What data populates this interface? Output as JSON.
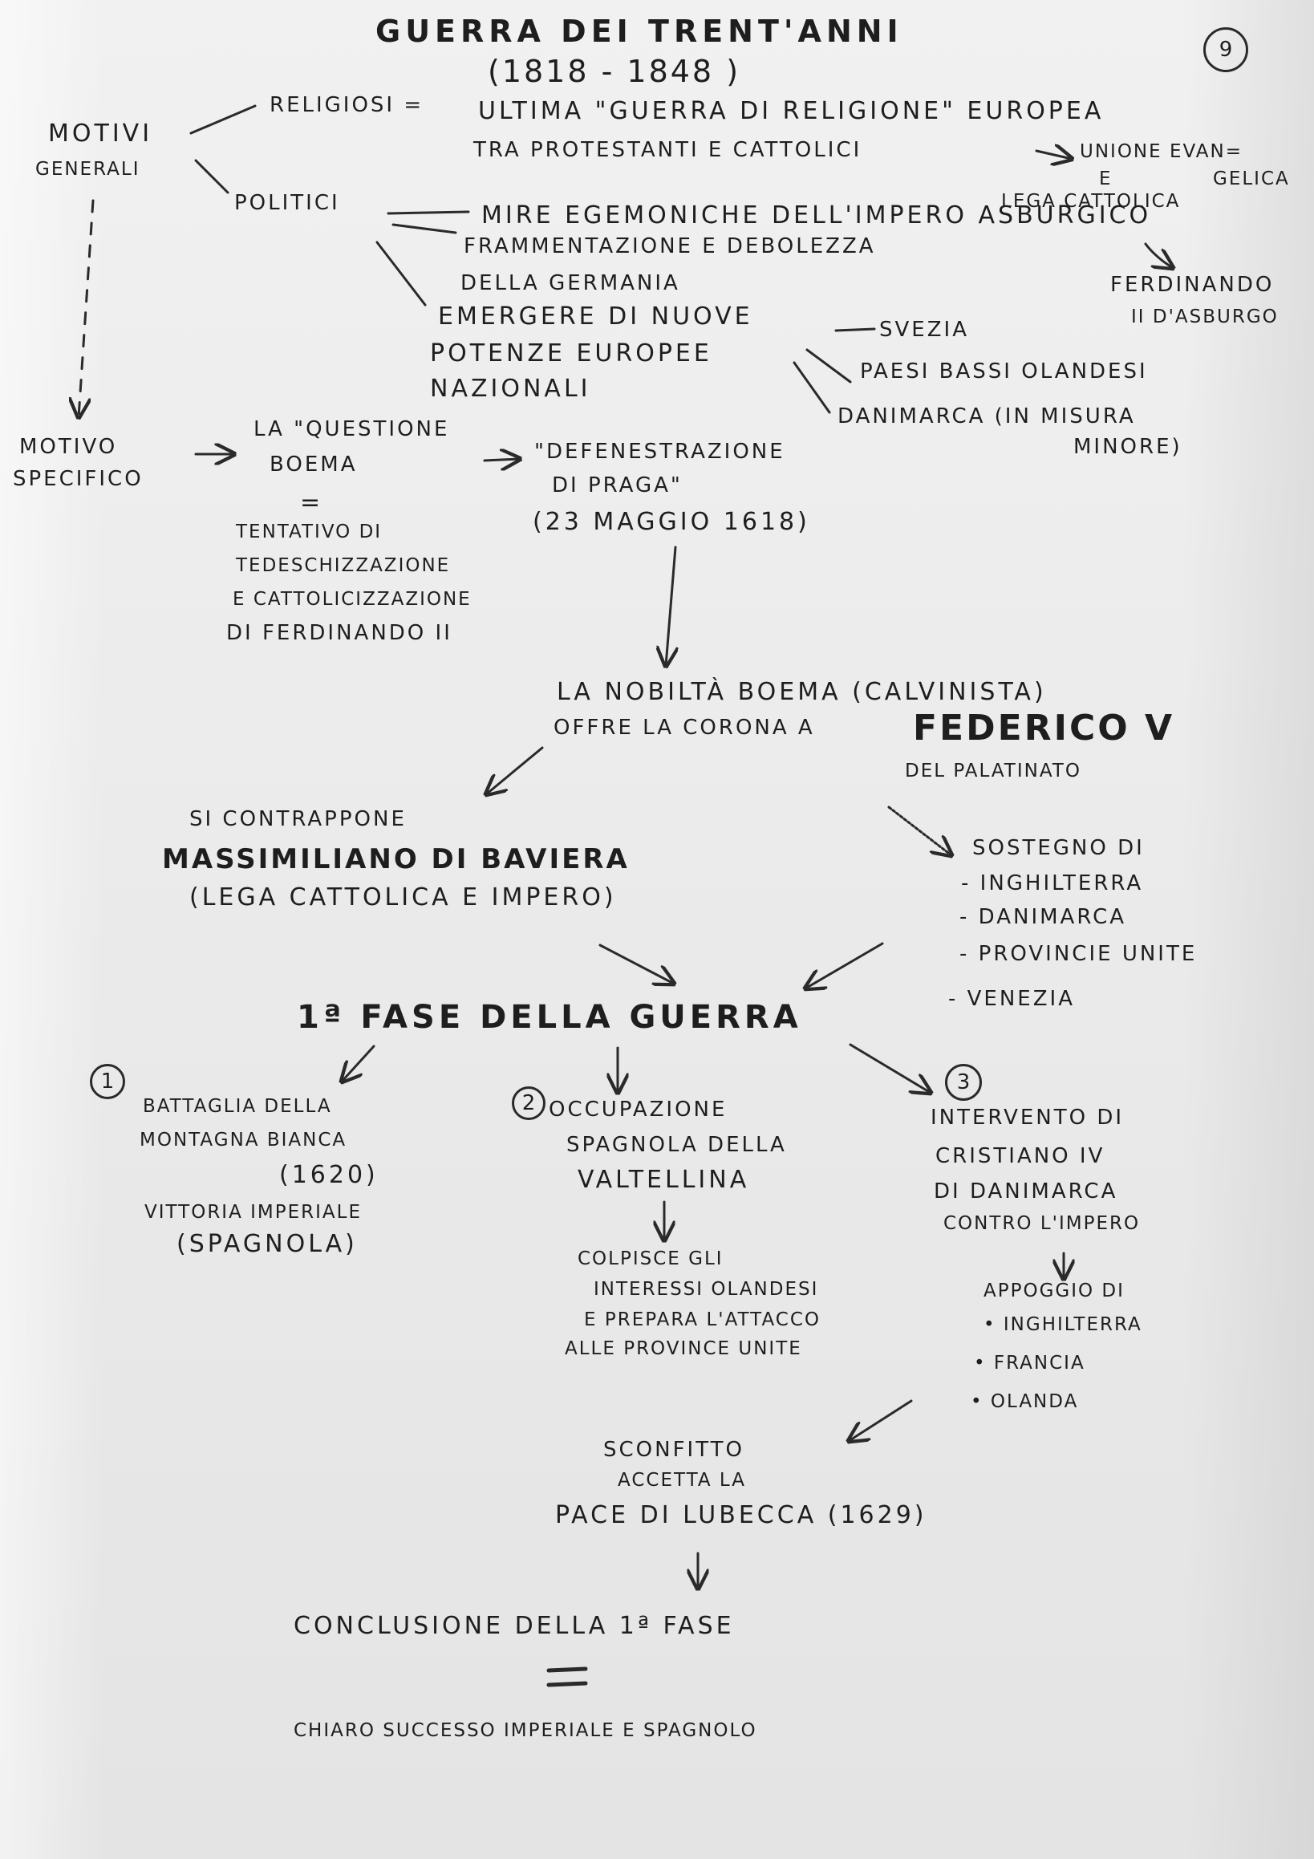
{
  "title": "GUERRA DEI TRENT'ANNI",
  "dates": "(1818 - 1848 )",
  "page_number": "9",
  "motivi_generali": [
    "MOTIVI",
    "GENERALI"
  ],
  "religiosi": {
    "label": "RELIGIOSI =",
    "line1": "ULTIMA \"GUERRA DI RELIGIONE\" EUROPEA",
    "line2": "TRA PROTESTANTI E CATTOLICI",
    "unione_1": "UNIONE EVAN=",
    "unione_2": "GELICA",
    "e": "E",
    "lega": "LEGA CATTOLICA"
  },
  "politici": {
    "label": "POLITICI",
    "mire": "MIRE EGEMONICHE DELL'IMPERO ASBURGICO",
    "ferdinando_1": "FERDINANDO",
    "ferdinando_2": "II D'ASBURGO",
    "frammentazione_1": "FRAMMENTAZIONE E DEBOLEZZA",
    "frammentazione_2": "DELLA GERMANIA",
    "emergere_1": "EMERGERE DI NUOVE",
    "emergere_2": "POTENZE EUROPEE",
    "emergere_3": "NAZIONALI",
    "svezia": "SVEZIA",
    "paesi_bassi": "PAESI BASSI OLANDESI",
    "danimarca": "DANIMARCA (IN MISURA",
    "minore": "MINORE)"
  },
  "motivo_specifico": [
    "MOTIVO",
    "SPECIFICO"
  ],
  "questione": {
    "line1": "LA \"QUESTIONE",
    "line2": "BOEMA",
    "eq": "=",
    "tentativo_1": "TENTATIVO DI",
    "tentativo_2": "TEDESCHIZZAZIONE",
    "tentativo_3": "E CATTOLICIZZAZIONE",
    "tentativo_4": "DI FERDINANDO II"
  },
  "defenestrazione": {
    "line1": "\"DEFENESTRAZIONE",
    "line2": "DI PRAGA\"",
    "date": "(23 MAGGIO 1618)"
  },
  "nobilta": {
    "line1": "LA NOBILTÀ BOEMA (CALVINISTA)",
    "line2": "OFFRE LA CORONA A",
    "federico": "FEDERICO V",
    "palatinato": "DEL PALATINATO"
  },
  "contrappone": {
    "line1": "SI CONTRAPPONE",
    "massimiliano": "MASSIMILIANO DI BAVIERA",
    "line3": "(LEGA CATTOLICA E IMPERO)"
  },
  "sostegno": {
    "title": "SOSTEGNO DI",
    "items": [
      "- INGHILTERRA",
      "- DANIMARCA",
      "- PROVINCIE UNITE",
      "- VENEZIA"
    ]
  },
  "fase": "1ª FASE DELLA GUERRA",
  "fase1": {
    "num": "1",
    "lines": [
      "BATTAGLIA DELLA",
      "MONTAGNA BIANCA",
      "(1620)",
      "VITTORIA IMPERIALE",
      "(SPAGNOLA)"
    ]
  },
  "fase2": {
    "num": "2",
    "lines": [
      "OCCUPAZIONE",
      "SPAGNOLA DELLA",
      "VALTELLINA"
    ],
    "effetto": [
      "COLPISCE GLI",
      "INTERESSI OLANDESI",
      "E PREPARA L'ATTACCO",
      "ALLE PROVINCE UNITE"
    ]
  },
  "fase3": {
    "num": "3",
    "lines": [
      "INTERVENTO DI",
      "CRISTIANO IV",
      "DI DANIMARCA",
      "CONTRO L'IMPERO"
    ],
    "appoggio": "APPOGGIO DI",
    "items": [
      "• INGHILTERRA",
      "• FRANCIA",
      "• OLANDA"
    ]
  },
  "sconfitto": {
    "line1": "SCONFITTO",
    "line2": "ACCETTA LA",
    "line3": "PACE DI LUBECCA (1629)"
  },
  "conclusione": {
    "line1": "CONCLUSIONE DELLA 1ª FASE",
    "eq": "=",
    "line2": "CHIARO SUCCESSO IMPERIALE E SPAGNOLO"
  }
}
